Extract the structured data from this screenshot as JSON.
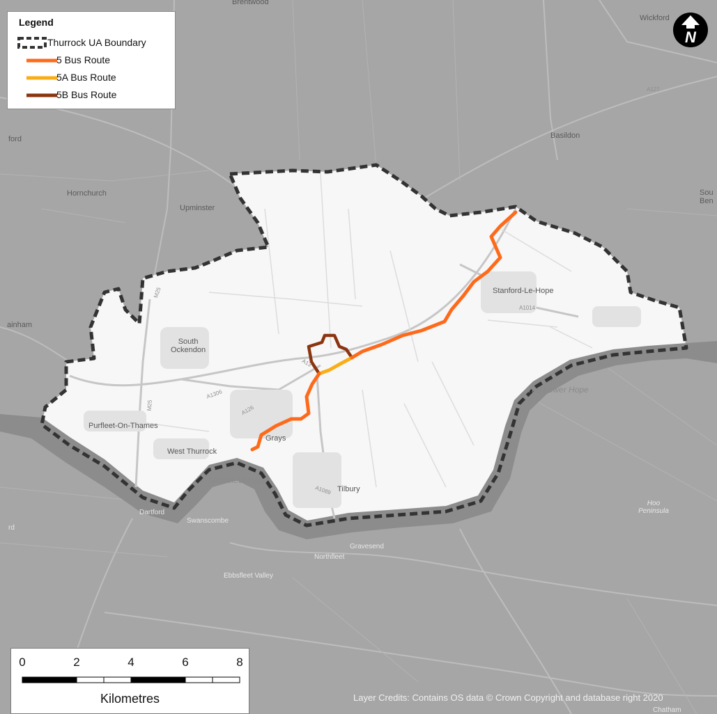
{
  "legend": {
    "title": "Legend",
    "items": [
      {
        "label": "Thurrock UA Boundary",
        "symbol": "dashed-boundary",
        "color": "#333333"
      },
      {
        "label": "5 Bus Route",
        "symbol": "line",
        "color": "#fe6a1b"
      },
      {
        "label": "5A Bus Route",
        "symbol": "line",
        "color": "#f9ae18"
      },
      {
        "label": "5B Bus Route",
        "symbol": "line",
        "color": "#8b3510"
      }
    ]
  },
  "north_arrow": {
    "letter": "N",
    "icon": "north-arrow-icon"
  },
  "places": {
    "brentwood": "Brentwood",
    "wickford": "Wickford",
    "basildon": "Basildon",
    "romford": "ford",
    "hornchurch": "Hornchurch",
    "upminster": "Upminster",
    "rainham": "ainham",
    "south_ockendon": "South\nOckendon",
    "stanford_le_hope": "Stanford-Le-Hope",
    "purfleet": "Purfleet-On-Thames",
    "west_thurrock": "West Thurrock",
    "grays": "Grays",
    "tilbury": "Tilbury",
    "northfleet_hope": "Northfleet Hope",
    "the_lower_hope": "The Lower Hope",
    "dartford": "Dartford",
    "swanscombe": "Swanscombe",
    "gravesend": "Gravesend",
    "northfleet": "Northfleet",
    "ebbsfleet_valley": "Ebbsfleet Valley",
    "hoo_peninsula": "Hoo\nPeninsula",
    "south_benfleet": "Sou\nBen",
    "erith": "rd",
    "chatham": "Chatham"
  },
  "roads": {
    "m25_a": "M25",
    "m25_b": "M25",
    "a127": "A127",
    "a13": "A13",
    "a1014": "A1014",
    "a1089": "A1089",
    "a1306": "A1306",
    "a126": "A126"
  },
  "scale_bar": {
    "ticks": [
      "0",
      "2",
      "4",
      "6",
      "8"
    ],
    "tick_values_km": [
      0,
      2,
      4,
      6,
      8
    ],
    "unit": "Kilometres"
  },
  "credits": "Layer Credits: Contains OS data © Crown Copyright and database right 2020",
  "colors": {
    "background": "#a6a6a6",
    "inside_area": "#f7f7f7",
    "water": "#8c8c8c",
    "boundary": "#333333",
    "route_5": "#fe6a1b",
    "route_5a": "#f9ae18",
    "route_5b": "#8b3510"
  }
}
